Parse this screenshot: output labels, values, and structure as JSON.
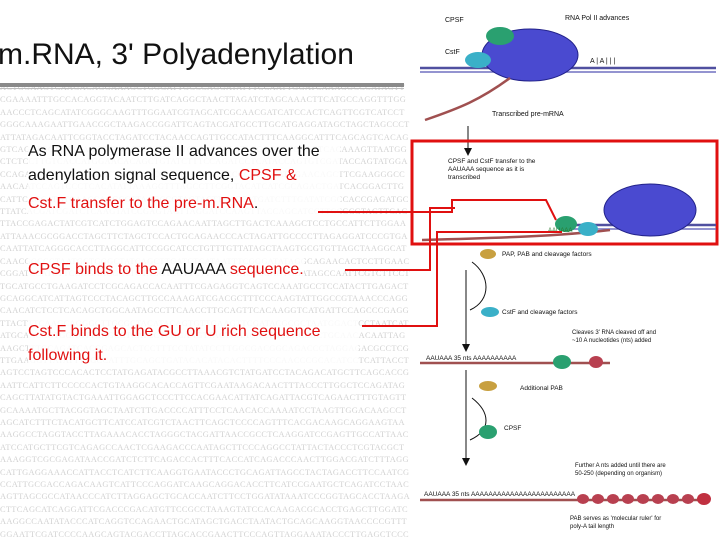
{
  "slide": {
    "title": "m.RNA, 3' Polyadenylation",
    "text": {
      "p1_line1": "As RNA polymerase II advances over the",
      "p1_line2_a": "adenylation signal sequence, ",
      "p1_line2_b": "CPSF &",
      "p1_line3_a": "Cst.F transfer to the pre-m.RNA",
      "p1_line3_b": ".",
      "p2_a": "CPSF binds to the ",
      "p2_b": "AAUAAA",
      "p2_c": " sequence.",
      "p3_line1": "Cst.F binds to the GU or U rich sequence",
      "p3_line2": "following it."
    }
  },
  "background_sequence": "ACTGGAAGTCAAGACAGGAAAGCTGGGATTGCCCAGGATATTTCCAATTGGATCAAAGGCCCATAGTTCGAAAATTTGCCACAGGTACAATCTTGATCAGGCTAACTTAGATCTAGCAAACTTCATGCCAGGTTTGGAACCCTCAGCATATCGGGCAAGTTTGGAATCGTAGCATCGCAACGATCATCCACTCAGTTCGTCATCCTGGGCAAAGAATTGAACCGCTAAGACCGGATTCAGTACGATGCCTTGCATGAGGATAGCTAGCTAGCCCTATTATAGACAATTCGGTACCTAGATCCTACAACCAGTTGCCATACTTTCAAGGCATTTCAGCAGTCACAGGTCAGCTGCTGTACAAGTTTGACCTAATTTGTCTCACGTCATACGAAGCTGAACTCACAAAGTTAATGGCTCTCCTTGTCACCATGGAACACAGCTGTATCTTTCCAGATCCTCATACCAGTGTCGATACCAGTATGGACCAGATCTGAGGCTCAAATTAGGCTTCCACACACCCAACCCCATCTCATGGAACAGCTTCGAAGGGCCAACAATCCAGTCCCTCACATATTAAAGGTTTAGCCTTCGGTACATCATCGCAGACTGATCACGGACTTGCATTCAGCATGTCAACCAGGCCTTAAGCCGTAGTACTTCACCATGATCTTTGATATCGCCACCGAGATGCTTATCACGATCGATCTCAAGTATCCGAGTAGTTAGGATCCAAGTTACCAGCATCCTTCCGCGTAGTTCAGTTACCGAGACTATCGTCATCTGGAGTCCAGAACAATTAGCTTGACTCAAAGCTCCTGCCATTCTTGGAAATTAAACGCGGACCTAGCTTCTAGCTCCACTGCAGAACCCACTAGATTGCCCCTTAGAGGATCCCGTGACAATTATCAGGGCACCTTAGGCATTCCGGCATCCTGTTTGTTATAGCTAAGTGCGTGTTAGCTAAGGCATCAACGGCCCTAATGCTGGGCTATCAGCTTGATCTCATAATTTCGGGATATAGGCAGAACACTCCTTGAACCGGATCCATCTTCGAGAACGCTTGTAGGTCGTTCTTGACCTAGTCGAGTGGATAGCCAATTCGTCTTCCTTGCATGCCTGAAGATCCTCGCAGACCACAATTTCGAGAGGTCAGTCCAAATGCCTCCATACTTGAGACTGCAGGCATCATTAGTCCCTACAGCTTGCCAAAGATCGACGCTTTCCCAAGTATTGGCCGTAAACCCAGGCAACATCTCCTCACAGCTGGCAATAGCCTTCAACCTTGCAGTTCACAAGGTCATGATTCCAGCCCGAGGTTACTTTCAAGCAGGGCTTGCGCTACATACAGTGTTGAAGTTCGATACGCGCTAATGGACTCCTAATCATATGCAACCGTGGAGTTAAGCCTCATCCTCGGAAGTTACTGAAGACTGCGACCGCTGCAACACAATTAGAAGCTTTGCAGATCACGGAGCACTCCTTTCCTATATCCTTGGCGACGGCAGACCCTAGGAGACGCCTCGTTGAAGGTTATATTTAGCCATTTGCAGCTGATACACATACACTTTTCCCAACCCGCACATCCTCATTACCTAGTCCTAGTCCCACACTCCTATGAGATACGCCTTAAACGTCTATGATCCTACAGACATGCTTCAGCACCGAATTCATTCTTCCCCCACTGTAAGGCACACCAGTTCGAATAAGACAACTTTACCCTTGGCTCCAGATAGCAGCTTATATGTACTGAAATTGGAGCTCCCTTCCACGAACATTATCAGATTACGTCAGAACTTTGTAGTTGCAAAATGCTTACGGTAGCTAATCTTGACCCCATTTCCTCAACACCAAAATCCTAAGTTGGACAAGCCTAGCATCTTTCTACATGCTTCATCCATCGTCTAACTTCAGCTCCCCAGTTTCACGACAAGCAGGAAGTAAAAGGCCTAGGTACCTTAGAAACACCTAGGGCTACGATTAACCGCCTCAAGGATCCGAGTTGCCATTAACATCCATGCTTCGTCAGAGCCAACTCGAAGACCCAATAGCTTCCCAGGCCTATTACTACCCTCGTACGCTAAAGGTCGCGAGATAACCGATCTCTTCAGACCACTTTCACCATCAGACCCAACTTGGACGATCTTTAGGCATTGAGGAAACCATTACCTCATCTTCAAGGTGAATACCCTGCAGATTAGCCTACTAGACCTTCCAATCGCCATTGCGACCAGACAAGTCATTCCCAGGATCAAGCAGGACACCTTCATCCGAATGCTCAGATCCTAACAGTTAGCGCCATAACCCATCTTAGGAGCTGCACCAATCTTCCTGGATATAAATCCCGGTAGCACCTAAGACTTCAGCATCAGGATTCGACCCGACATGTTCCGCCTAAAGTATCCACAAGACGCACCTGAGCTTGGATCAAGGCCAATATACCCATCAGGTCCAGAACTGCATAGCTGACCTAATACTGCAGCAAGGTAACCCCGTTTGGAATTCGATCCCCAAGCAGTACGACCTTAGCACCGAACTTCCCAGTTAGGAAATACCCTTGAGCTCCCTCAAAGCTTAATTTCAGCCGGATACCCACCTTCCAGAATACCAAGGCTAGGTCATTAAAGCCTTCCGGAACCTTGAACTCAGGGTACCACGATCCAACTTTACCAGTAGGTCATTATTCAGGCACAGATCAAGCCTTAGCATCCAAGACGACTTGGATATCATCCCCTTAGCAAGGTTCCCATGACAATCTTACCGAGTCCTACGACTCGCAGTACTTAGCTAATAGCCTTCGGCAACTGATACGATCGCCAATATTAAGGCTCCCACTGCAGTTCCAGTAGGACCATCAGGTCAAAGTTCCTAGCCTAGATACTGCACCCCAGATCTTGCATCAGCATCAAGTAACTTCGCAGCATATCCGATCCTTCCAGGAGTAAACCACTAGATCCTCAGCAACGAATTGCATTCCACGAGGCATAAGACCCCTTTAGCAGAATCGAGCCTTCCAGCATAG",
  "diagram": {
    "labels": {
      "cpsf_top": "CPSF",
      "rna_pol_advances": "RNA Pol II advances",
      "cstf_top": "CstF",
      "transcribed": "Transcribed pre-mRNA",
      "transfer_l1": "CPSF and CstF transfer to the",
      "transfer_l2": "AAUAAA sequence as it is",
      "transfer_l3": "transcribed",
      "pap_factors": "PAP, PAB and cleavage factors",
      "cstf_cleavage": "CstF and cleavage factors",
      "cleaved_l1": "Cleaves 3' RNA cleaved off and",
      "cleaved_l2": "~10 A nucleotides (nts) added",
      "additional_pab": "Additional PAB",
      "cpsf_bottom": "CPSF",
      "further_l1": "Further A nts added until there are",
      "further_l2": "50-250 (depending on organism)",
      "pab_l1": "PAB serves as 'molecular ruler' for",
      "pab_l2": "poly-A tail length",
      "seq_label_1": "AAUAAA   35 nts   AAAAAAAAAA",
      "seq_label_2": "AAUAAA   35 nts   AAAAAAAAAAAAAAAAAAAAAAAA",
      "a_marks": "A | A | | |",
      "auuaa": "AAUAAA"
    },
    "colors": {
      "red_box": "#e01010",
      "polymerase": "#4a4ad0",
      "cpsf": "#2aa070",
      "cstf": "#3ab0c8",
      "pap": "#c8a040",
      "pab": "#b84050",
      "dna_strand": "#5050a0",
      "rna_strand": "#a05050"
    }
  }
}
